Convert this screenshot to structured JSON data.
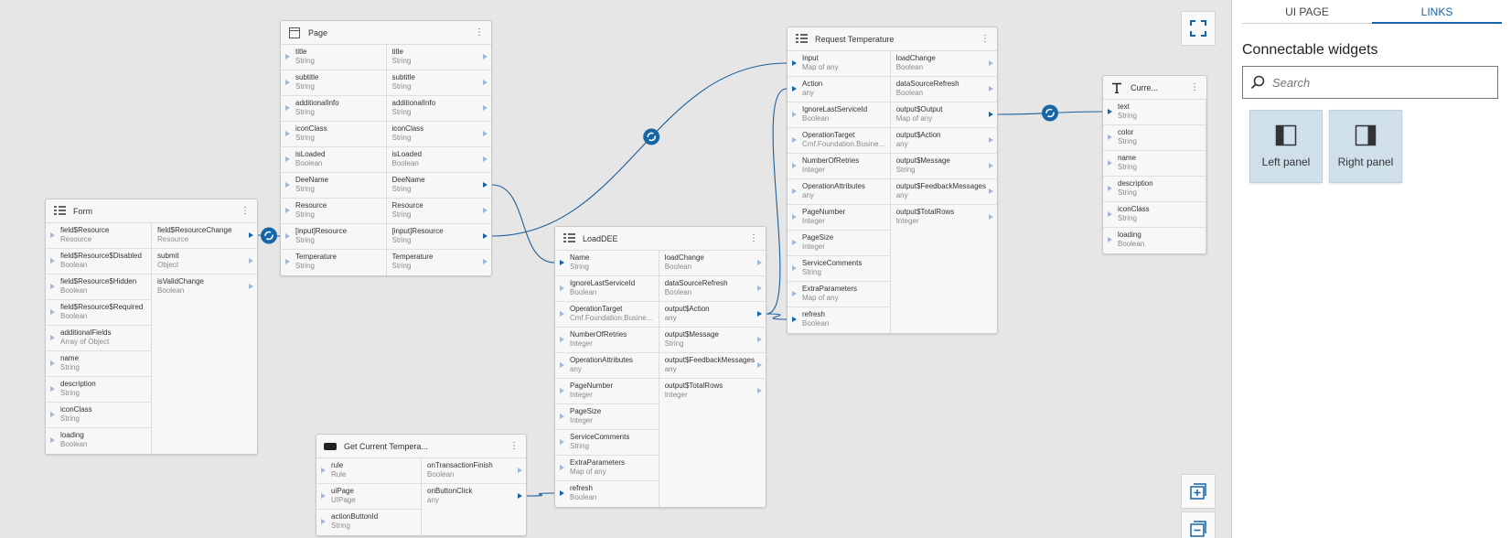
{
  "panel": {
    "tabs": [
      {
        "label": "UI PAGE"
      },
      {
        "label": "LINKS"
      }
    ],
    "heading": "Connectable widgets",
    "search_placeholder": "Search",
    "cards": [
      {
        "label": "Left panel"
      },
      {
        "label": "Right panel"
      }
    ]
  },
  "widgets": {
    "page": {
      "title": "Page",
      "inputs": [
        {
          "name": "title",
          "type": "String"
        },
        {
          "name": "subtitle",
          "type": "String"
        },
        {
          "name": "additionalInfo",
          "type": "String"
        },
        {
          "name": "iconClass",
          "type": "String"
        },
        {
          "name": "isLoaded",
          "type": "Boolean"
        },
        {
          "name": "DeeName",
          "type": "String"
        },
        {
          "name": "Resource",
          "type": "String"
        },
        {
          "name": "[input]Resource",
          "type": "String"
        },
        {
          "name": "Temperature",
          "type": "String"
        }
      ],
      "outputs": [
        {
          "name": "title",
          "type": "String"
        },
        {
          "name": "subtitle",
          "type": "String"
        },
        {
          "name": "additionalInfo",
          "type": "String"
        },
        {
          "name": "iconClass",
          "type": "String"
        },
        {
          "name": "isLoaded",
          "type": "Boolean"
        },
        {
          "name": "DeeName",
          "type": "String"
        },
        {
          "name": "Resource",
          "type": "String"
        },
        {
          "name": "[input]Resource",
          "type": "String"
        },
        {
          "name": "Temperature",
          "type": "String"
        }
      ]
    },
    "form": {
      "title": "Form",
      "inputs": [
        {
          "name": "field$Resource",
          "type": "Resource"
        },
        {
          "name": "field$Resource$Disabled",
          "type": "Boolean"
        },
        {
          "name": "field$Resource$Hidden",
          "type": "Boolean"
        },
        {
          "name": "field$Resource$Required",
          "type": "Boolean"
        },
        {
          "name": "additionalFields",
          "type": "Array of Object"
        },
        {
          "name": "name",
          "type": "String"
        },
        {
          "name": "description",
          "type": "String"
        },
        {
          "name": "iconClass",
          "type": "String"
        },
        {
          "name": "loading",
          "type": "Boolean"
        }
      ],
      "outputs": [
        {
          "name": "field$ResourceChange",
          "type": "Resource"
        },
        {
          "name": "submit",
          "type": "Object"
        },
        {
          "name": "isValidChange",
          "type": "Boolean"
        }
      ]
    },
    "loaddee": {
      "title": "LoadDEE",
      "inputs": [
        {
          "name": "Name",
          "type": "String"
        },
        {
          "name": "IgnoreLastServiceId",
          "type": "Boolean"
        },
        {
          "name": "OperationTarget",
          "type": "Cmf.Foundation.Busine..."
        },
        {
          "name": "NumberOfRetries",
          "type": "Integer"
        },
        {
          "name": "OperationAttributes",
          "type": "any"
        },
        {
          "name": "PageNumber",
          "type": "Integer"
        },
        {
          "name": "PageSize",
          "type": "Integer"
        },
        {
          "name": "ServiceComments",
          "type": "String"
        },
        {
          "name": "ExtraParameters",
          "type": "Map of any"
        },
        {
          "name": "refresh",
          "type": "Boolean"
        }
      ],
      "outputs": [
        {
          "name": "loadChange",
          "type": "Boolean"
        },
        {
          "name": "dataSourceRefresh",
          "type": "Boolean"
        },
        {
          "name": "output$Action",
          "type": "any"
        },
        {
          "name": "output$Message",
          "type": "String"
        },
        {
          "name": "output$FeedbackMessages",
          "type": "any"
        },
        {
          "name": "output$TotalRows",
          "type": "Integer"
        }
      ]
    },
    "request": {
      "title": "Request Temperature",
      "inputs": [
        {
          "name": "Input",
          "type": "Map of any"
        },
        {
          "name": "Action",
          "type": "any"
        },
        {
          "name": "IgnoreLastServiceId",
          "type": "Boolean"
        },
        {
          "name": "OperationTarget",
          "type": "Cmf.Foundation.Busine..."
        },
        {
          "name": "NumberOfRetries",
          "type": "Integer"
        },
        {
          "name": "OperationAttributes",
          "type": "any"
        },
        {
          "name": "PageNumber",
          "type": "Integer"
        },
        {
          "name": "PageSize",
          "type": "Integer"
        },
        {
          "name": "ServiceComments",
          "type": "String"
        },
        {
          "name": "ExtraParameters",
          "type": "Map of any"
        },
        {
          "name": "refresh",
          "type": "Boolean"
        }
      ],
      "outputs": [
        {
          "name": "loadChange",
          "type": "Boolean"
        },
        {
          "name": "dataSourceRefresh",
          "type": "Boolean"
        },
        {
          "name": "output$Output",
          "type": "Map of any"
        },
        {
          "name": "output$Action",
          "type": "any"
        },
        {
          "name": "output$Message",
          "type": "String"
        },
        {
          "name": "output$FeedbackMessages",
          "type": "any"
        },
        {
          "name": "output$TotalRows",
          "type": "Integer"
        }
      ]
    },
    "current": {
      "title": "Curre...",
      "inputs": [
        {
          "name": "text",
          "type": "String"
        },
        {
          "name": "color",
          "type": "String"
        },
        {
          "name": "name",
          "type": "String"
        },
        {
          "name": "description",
          "type": "String"
        },
        {
          "name": "iconClass",
          "type": "String"
        },
        {
          "name": "loading",
          "type": "Boolean"
        }
      ],
      "outputs": []
    },
    "getcurrent": {
      "title": "Get Current Tempera...",
      "inputs": [
        {
          "name": "rule",
          "type": "Rule"
        },
        {
          "name": "uiPage",
          "type": "UIPage"
        },
        {
          "name": "actionButtonId",
          "type": "String"
        }
      ],
      "outputs": [
        {
          "name": "onTransactionFinish",
          "type": "Boolean"
        },
        {
          "name": "onButtonClick",
          "type": "any"
        }
      ]
    }
  }
}
